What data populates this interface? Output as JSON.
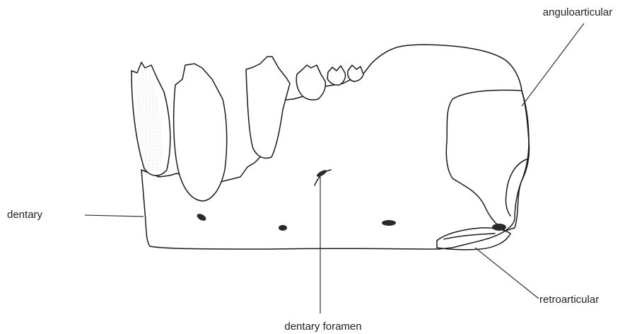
{
  "labels": {
    "anguloarticular": "anguloarticular",
    "dentary": "dentary",
    "dentary_foramen": "dentary foramen",
    "retroarticular": "retroarticular"
  },
  "colors": {
    "ink": "#1a1a1a",
    "stipple": "#555555",
    "background": "#ffffff"
  }
}
